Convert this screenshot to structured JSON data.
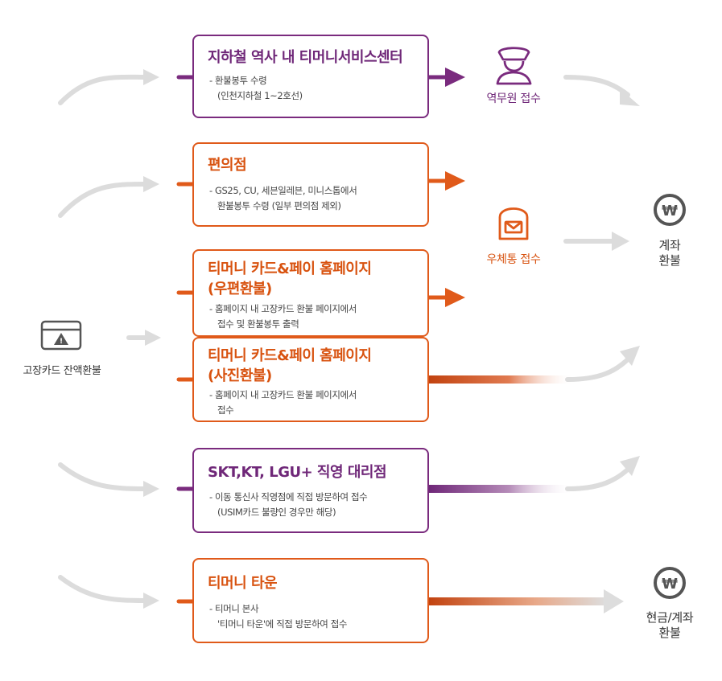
{
  "source_label": "고장카드 잔액환불",
  "channels": [
    {
      "title": "지하철 역사 내 티머니서비스센터",
      "lines": [
        "- 환불봉투 수령",
        "(인천지하철 1~2호선)"
      ]
    },
    {
      "title": "편의점",
      "lines": [
        "- GS25, CU, 세븐일레븐, 미니스톱에서",
        "환불봉투 수령 (일부 편의점 제외)"
      ]
    },
    {
      "title": "티머니 카드&페이 홈페이지",
      "title2": "(우편환불)",
      "lines": [
        "- 홈페이지 내 고장카드 환불 페이지에서",
        "접수 및 환불봉투 출력"
      ]
    },
    {
      "title": "티머니 카드&페이 홈페이지",
      "title2": "(사진환불)",
      "lines": [
        "- 홈페이지 내 고장카드 환불 페이지에서",
        "접수"
      ]
    },
    {
      "title": "SKT,KT, LGU+ 직영 대리점",
      "lines": [
        "- 이동 통신사 직영점에 직접 방문하여 접수",
        "(USIM카드 불량인 경우만 해당)"
      ]
    },
    {
      "title": "티머니 타운",
      "lines": [
        "- 티머니 본사",
        "'티머니 타운'에 직접 방문하여 접수"
      ]
    }
  ],
  "intake": {
    "station_staff": "역무원 접수",
    "postbox": "우체통 접수"
  },
  "outcomes": {
    "account": [
      "계좌",
      "환불"
    ],
    "cash_account": [
      "현금/계좌",
      "환불"
    ]
  },
  "colors": {
    "purple": "#7a2b7e",
    "orange": "#e05a1a",
    "gray_arrow": "#dddddd",
    "icon_gray": "#555555"
  }
}
